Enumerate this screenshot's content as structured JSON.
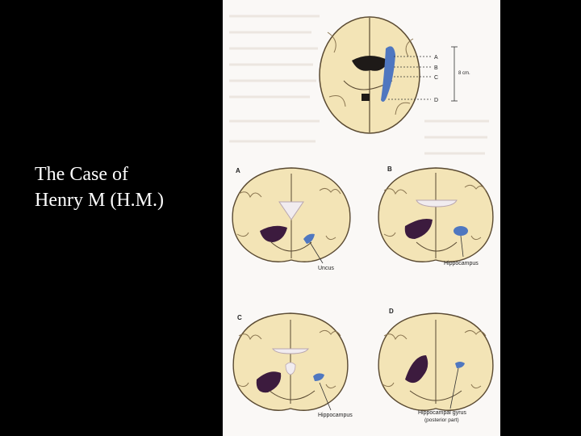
{
  "slide": {
    "title_line1": "The Case of",
    "title_line2": "Henry M (H.M.)"
  },
  "figure": {
    "top_view": {
      "section_markers": [
        "A",
        "B",
        "C",
        "D"
      ],
      "measure_label": "8 cm."
    },
    "panels": [
      {
        "letter": "A",
        "callout": "Uncus"
      },
      {
        "letter": "B",
        "callout": "Hippocampus"
      },
      {
        "letter": "C",
        "callout": "Hippocampus"
      },
      {
        "letter": "D",
        "callout": "Hippocampal gyrus",
        "callout_sub": "(posterior part)"
      }
    ]
  },
  "colors": {
    "tissue": "#f3e4b6",
    "outline": "#5a4a32",
    "removed": "#3c1b3e",
    "hippocampus": "#4f77c0",
    "ventricle": "#f1ecef"
  }
}
